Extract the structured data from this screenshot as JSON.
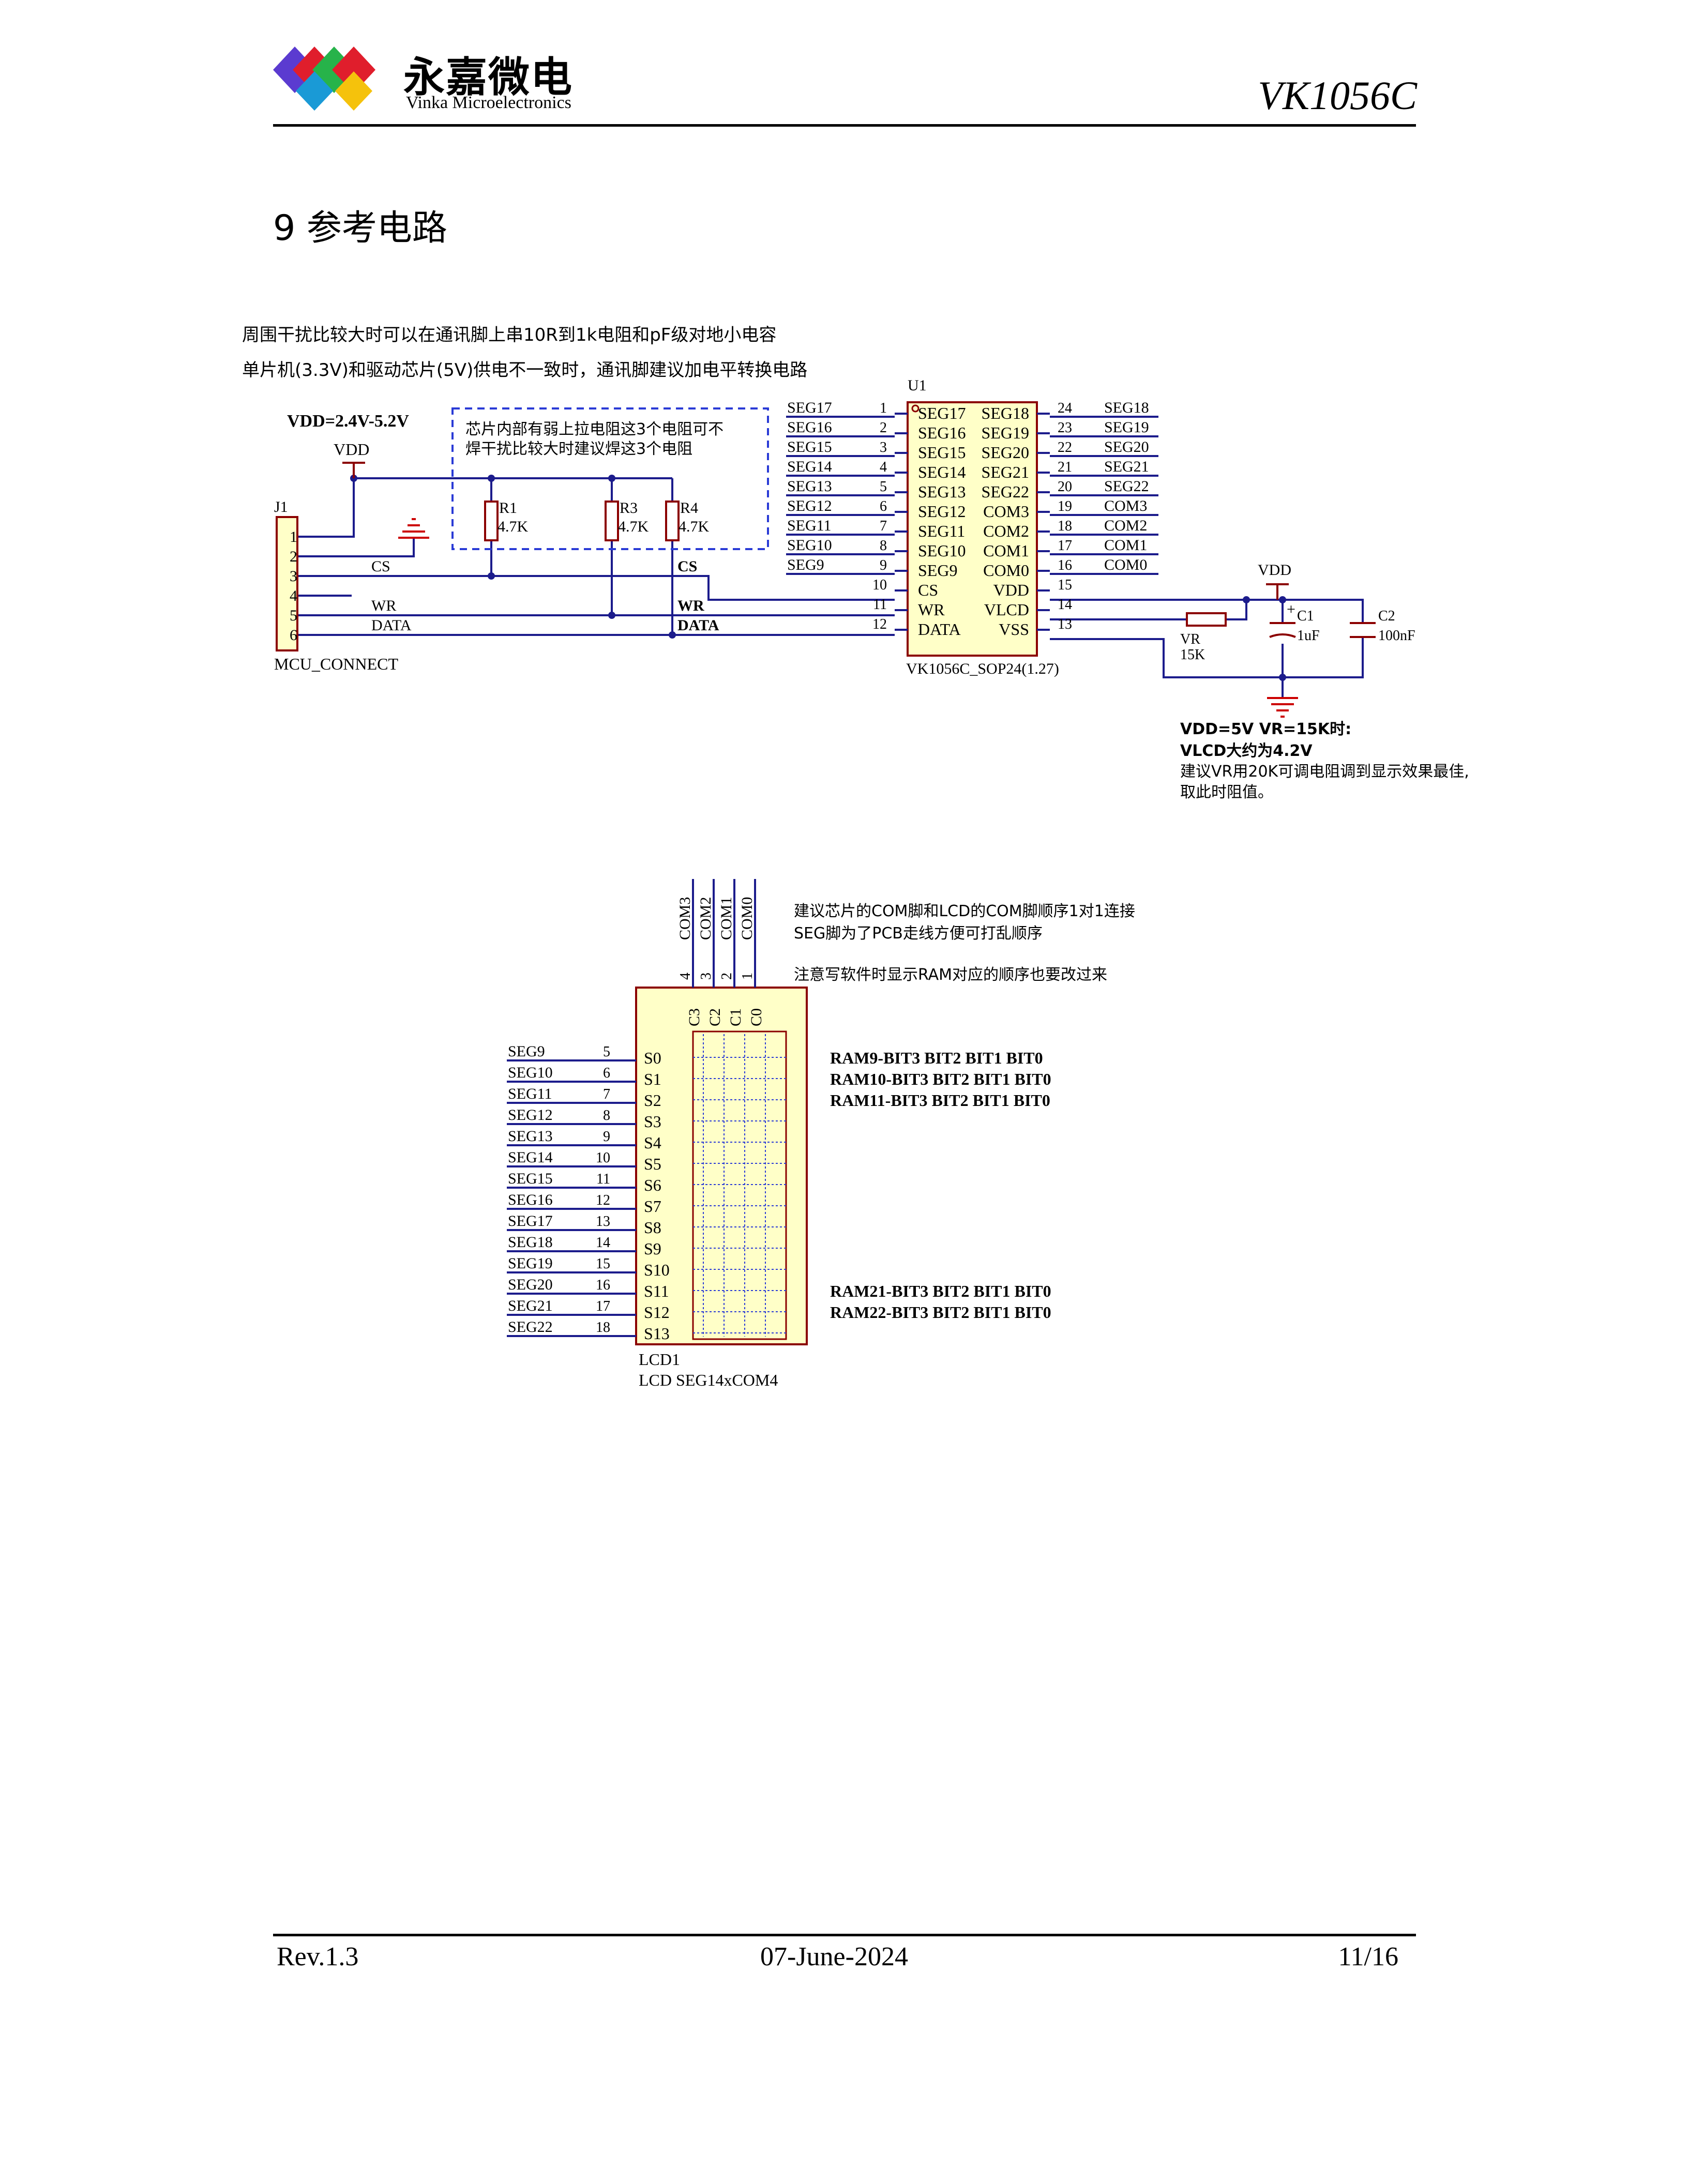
{
  "header": {
    "logo_cn": "永嘉微电",
    "logo_en": "Vinka Microelectronics",
    "doc_title": "VK1056C"
  },
  "section_title": "9 参考电路",
  "notes": {
    "line1": "周围干扰比较大时可以在通讯脚上串10R到1k电阻和pF级对地小电容",
    "line2": "单片机(3.3V)和驱动芯片(5V)供电不一致时，通讯脚建议加电平转换电路"
  },
  "schematic": {
    "vdd_range": "VDD=2.4V-5.2V",
    "vdd": "VDD",
    "pullup_note1": "芯片内部有弱上拉电阻这3个电阻可不",
    "pullup_note2": "焊干扰比较大时建议焊这3个电阻",
    "resistors": [
      {
        "ref": "R1",
        "value": "4.7K"
      },
      {
        "ref": "R3",
        "value": "4.7K"
      },
      {
        "ref": "R4",
        "value": "4.7K"
      }
    ],
    "connector": {
      "ref": "J1",
      "name": "MCU_CONNECT",
      "pins": [
        "1",
        "2",
        "3",
        "4",
        "5",
        "6"
      ],
      "nets": {
        "cs": "CS",
        "wr": "WR",
        "data": "DATA"
      }
    },
    "chip": {
      "ref": "U1",
      "name": "VK1056C_SOP24(1.27)",
      "left_nets": [
        "SEG17",
        "SEG16",
        "SEG15",
        "SEG14",
        "SEG13",
        "SEG12",
        "SEG11",
        "SEG10",
        "SEG9"
      ],
      "left_pins": [
        "1",
        "2",
        "3",
        "4",
        "5",
        "6",
        "7",
        "8",
        "9",
        "10",
        "11",
        "12"
      ],
      "left_labels": [
        "SEG17",
        "SEG16",
        "SEG15",
        "SEG14",
        "SEG13",
        "SEG12",
        "SEG11",
        "SEG10",
        "SEG9",
        "CS",
        "WR",
        "DATA"
      ],
      "right_labels": [
        "SEG18",
        "SEG19",
        "SEG20",
        "SEG21",
        "SEG22",
        "COM3",
        "COM2",
        "COM1",
        "COM0",
        "VDD",
        "VLCD",
        "VSS"
      ],
      "right_pins": [
        "24",
        "23",
        "22",
        "21",
        "20",
        "19",
        "18",
        "17",
        "16",
        "15",
        "14",
        "13"
      ],
      "right_nets": [
        "SEG18",
        "SEG19",
        "SEG20",
        "SEG21",
        "SEG22",
        "COM3",
        "COM2",
        "COM1",
        "COM0"
      ],
      "bus_labels": {
        "cs": "CS",
        "wr": "WR",
        "data": "DATA"
      }
    },
    "vr": {
      "ref": "VR",
      "value": "15K"
    },
    "c1": {
      "ref": "C1",
      "value": "1uF"
    },
    "c2": {
      "ref": "C2",
      "value": "100nF"
    },
    "vlcd_note1": "VDD=5V VR=15K时:",
    "vlcd_note2": "VLCD大约为4.2V",
    "vlcd_note3": "建议VR用20K可调电阻调到显示效果最佳,",
    "vlcd_note4": "取此时阻值。"
  },
  "lcd": {
    "com_nets": [
      "COM3",
      "COM2",
      "COM1",
      "COM0"
    ],
    "com_pins": [
      "4",
      "3",
      "2",
      "1"
    ],
    "com_labels": [
      "C3",
      "C2",
      "C1",
      "C0"
    ],
    "seg_nets": [
      "SEG9",
      "SEG10",
      "SEG11",
      "SEG12",
      "SEG13",
      "SEG14",
      "SEG15",
      "SEG16",
      "SEG17",
      "SEG18",
      "SEG19",
      "SEG20",
      "SEG21",
      "SEG22"
    ],
    "seg_pins": [
      "5",
      "6",
      "7",
      "8",
      "9",
      "10",
      "11",
      "12",
      "13",
      "14",
      "15",
      "16",
      "17",
      "18"
    ],
    "seg_labels": [
      "S0",
      "S1",
      "S2",
      "S3",
      "S4",
      "S5",
      "S6",
      "S7",
      "S8",
      "S9",
      "S10",
      "S11",
      "S12",
      "S13"
    ],
    "ref": "LCD1",
    "name": "LCD SEG14xCOM4",
    "note1": "建议芯片的COM脚和LCD的COM脚顺序1对1连接",
    "note2": "SEG脚为了PCB走线方便可打乱顺序",
    "note3": "注意写软件时显示RAM对应的顺序也要改过来",
    "ram_rows": [
      "RAM9-BIT3  BIT2  BIT1  BIT0",
      "RAM10-BIT3  BIT2  BIT1  BIT0",
      "RAM11-BIT3  BIT2  BIT1  BIT0",
      "RAM21-BIT3  BIT2  BIT1  BIT0",
      "RAM22-BIT3  BIT2  BIT1  BIT0"
    ]
  },
  "footer": {
    "rev": "Rev.1.3",
    "date": "07-June-2024",
    "page": "11/16"
  },
  "colors": {
    "wire": "#1c1c8c",
    "symbol": "#8b0000",
    "chip_fill": "#ffffc8",
    "ground": "#cc0000",
    "dash_box": "#2a3bd6"
  }
}
